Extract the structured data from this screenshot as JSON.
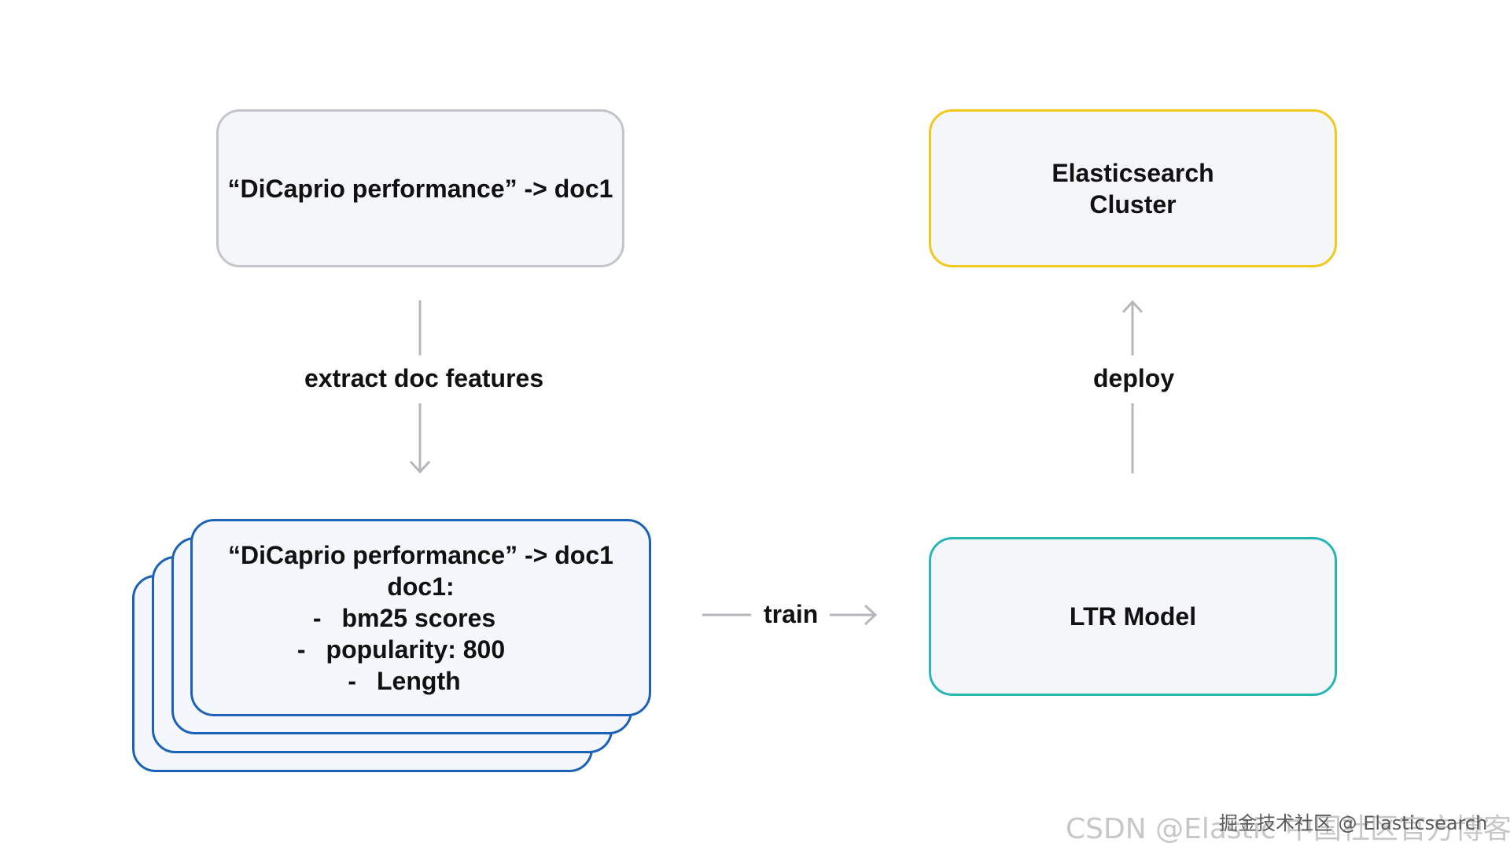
{
  "query_box": {
    "text": "“DiCaprio performance” -> doc1"
  },
  "features_box": {
    "line1": "“DiCaprio performance” -> doc1",
    "line2": "doc1:",
    "bullet": "-",
    "line3": "bm25 scores",
    "line4": "popularity: 800",
    "line5": "Length"
  },
  "cluster_box": {
    "line1": "Elasticsearch",
    "line2": "Cluster"
  },
  "ltr_box": {
    "text": "LTR Model"
  },
  "edges": {
    "extract": "extract doc features",
    "deploy": "deploy",
    "train": "train"
  },
  "watermark": {
    "csdn": "CSDN @Elastic 中国社区官方博客",
    "juejin": "掘金技术社区 @ Elasticsearch"
  },
  "colors": {
    "query_border": "#c3c5c9",
    "features_border": "#1b61b8",
    "cluster_border": "#f1c81c",
    "ltr_border": "#26b7b5",
    "arrow": "#b5b7ba"
  }
}
